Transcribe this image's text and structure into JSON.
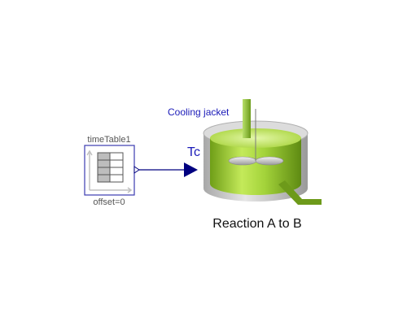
{
  "diagram": {
    "time_table": {
      "name": "timeTable1",
      "parameter": "offset=0"
    },
    "connection": {
      "input_label": "Tc"
    },
    "reactor": {
      "jacket_label": "Cooling jacket",
      "title": "Reaction A to B"
    }
  },
  "colors": {
    "connector_blue": "#000080",
    "block_border": "#3b3bb0",
    "jacket_label": "#1a1ab8",
    "tank_green": "#9acd32",
    "tank_dark_green": "#6b9a1e",
    "tank_gray": "#c8c8c8",
    "pipe_green": "#6d9a1a"
  }
}
